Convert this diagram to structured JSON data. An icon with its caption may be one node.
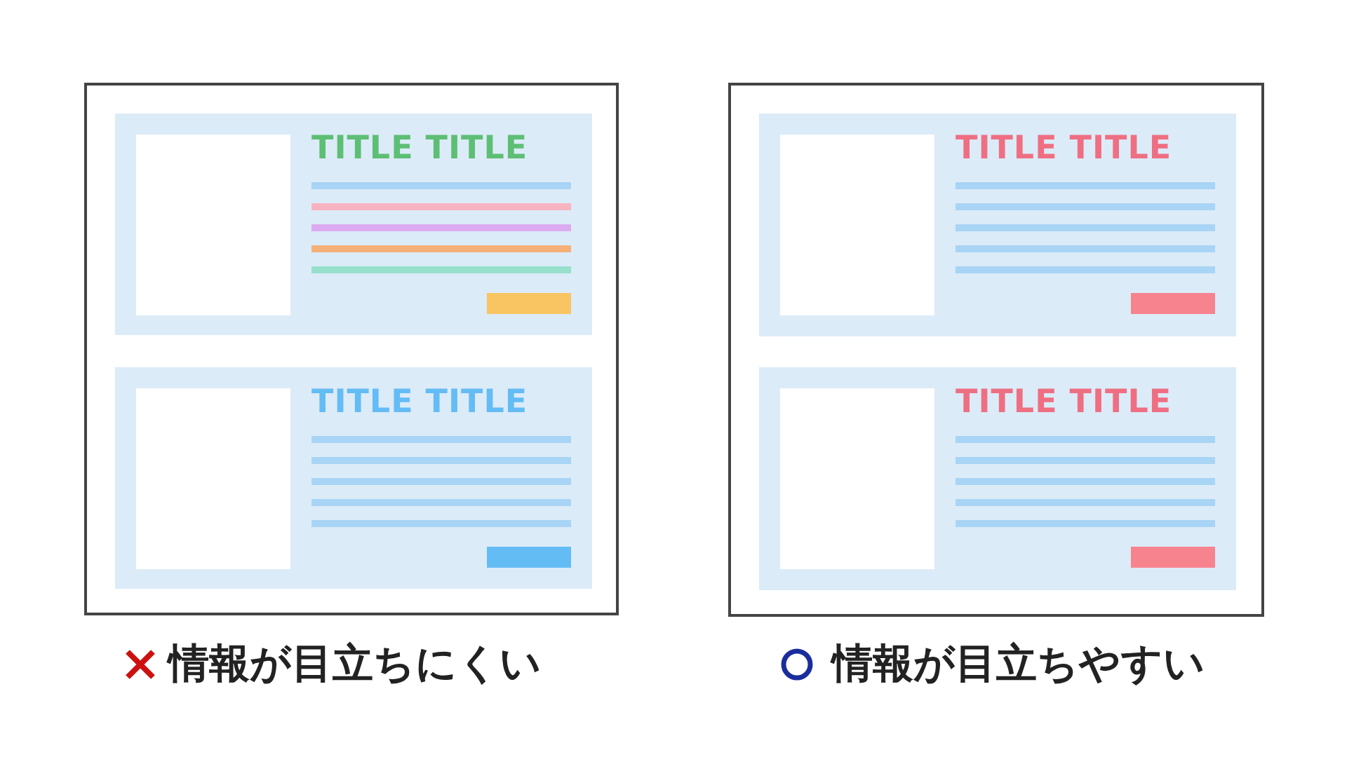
{
  "diagram": {
    "nodes": [
      {
        "text": [],
        "shape": "box",
        "beside": [
          "情報が目立ちにくい"
        ]
      },
      {
        "text": [
          "TITLE TITLE"
        ],
        "in": 0
      },
      {
        "text": [
          "TITLE TITLE"
        ],
        "in": 0
      },
      {
        "text": [],
        "shape": "box",
        "beside": [
          "情報が目立ちやすい"
        ]
      },
      {
        "text": [
          "TITLE TITLE"
        ],
        "in": 3
      },
      {
        "text": [
          "TITLE TITLE"
        ],
        "in": 3
      }
    ]
  }
}
